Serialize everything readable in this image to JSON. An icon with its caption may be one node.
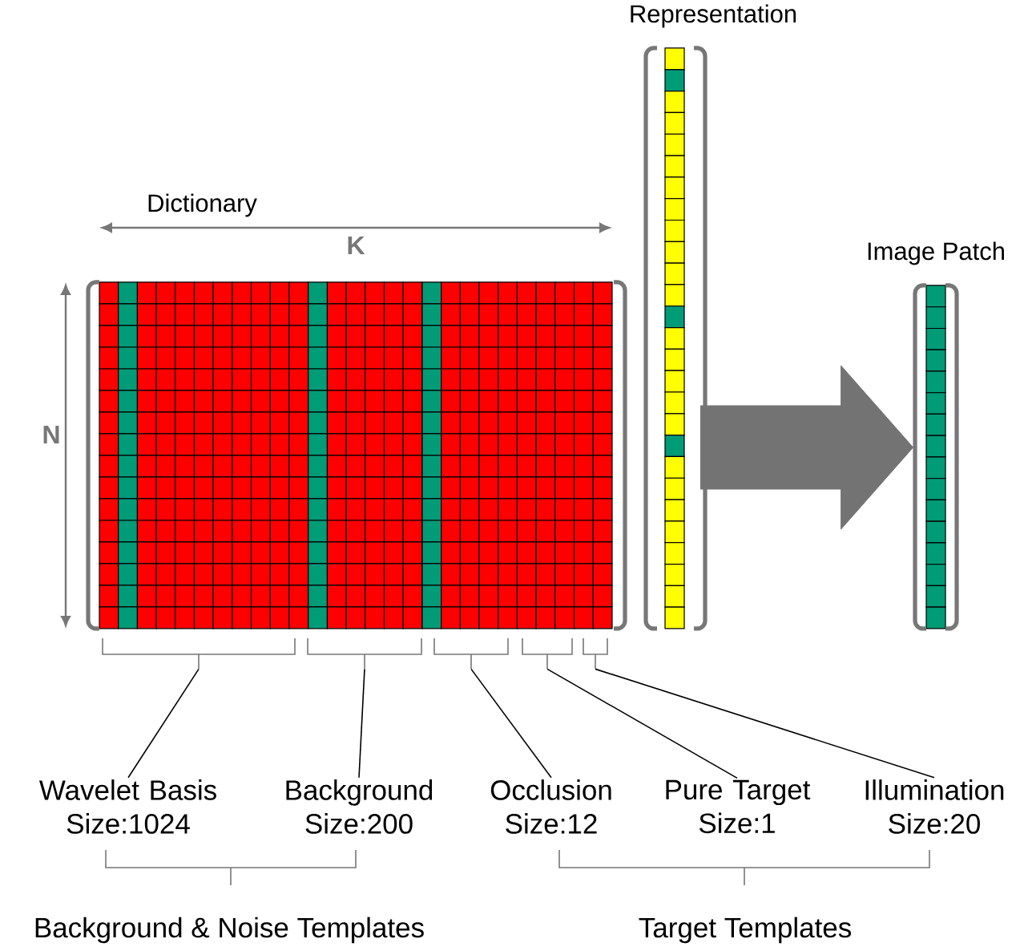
{
  "diagram": {
    "nodes": [
      {
        "text": [
          "Dictionary"
        ]
      },
      {
        "text": [
          "Representation"
        ]
      },
      {
        "text": [
          "Image Patch"
        ]
      },
      {
        "text": [
          "Wavelet Basis Size:1024"
        ]
      },
      {
        "text": [
          "Background Size:200"
        ]
      },
      {
        "text": [
          "Occlusion Size:12"
        ]
      },
      {
        "text": [
          "Pure Target Size:1"
        ]
      },
      {
        "text": [
          "Illumination Size:20"
        ]
      },
      {
        "text": [],
        "shape": "bracket"
      },
      {
        "text": [],
        "shape": "bracket"
      },
      {
        "text": [],
        "shape": "bracket"
      },
      {
        "text": [],
        "shape": "bracket"
      },
      {
        "text": [],
        "shape": "bracket"
      }
    ],
    "edges": [
      {
        "from": 1,
        "to": 2,
        "arrow": "to",
        "style": "thick",
        "color": "#737373"
      },
      {
        "from": 3,
        "to": 8,
        "arrow": "none"
      },
      {
        "from": 4,
        "to": 9,
        "arrow": "none"
      },
      {
        "from": 5,
        "to": 10,
        "arrow": "none"
      },
      {
        "from": 6,
        "to": 11,
        "arrow": "none"
      },
      {
        "from": 7,
        "to": 12,
        "arrow": "none"
      }
    ],
    "labels": [
      "K",
      "N",
      "Background & Noise Templates",
      "Target Templates"
    ]
  }
}
